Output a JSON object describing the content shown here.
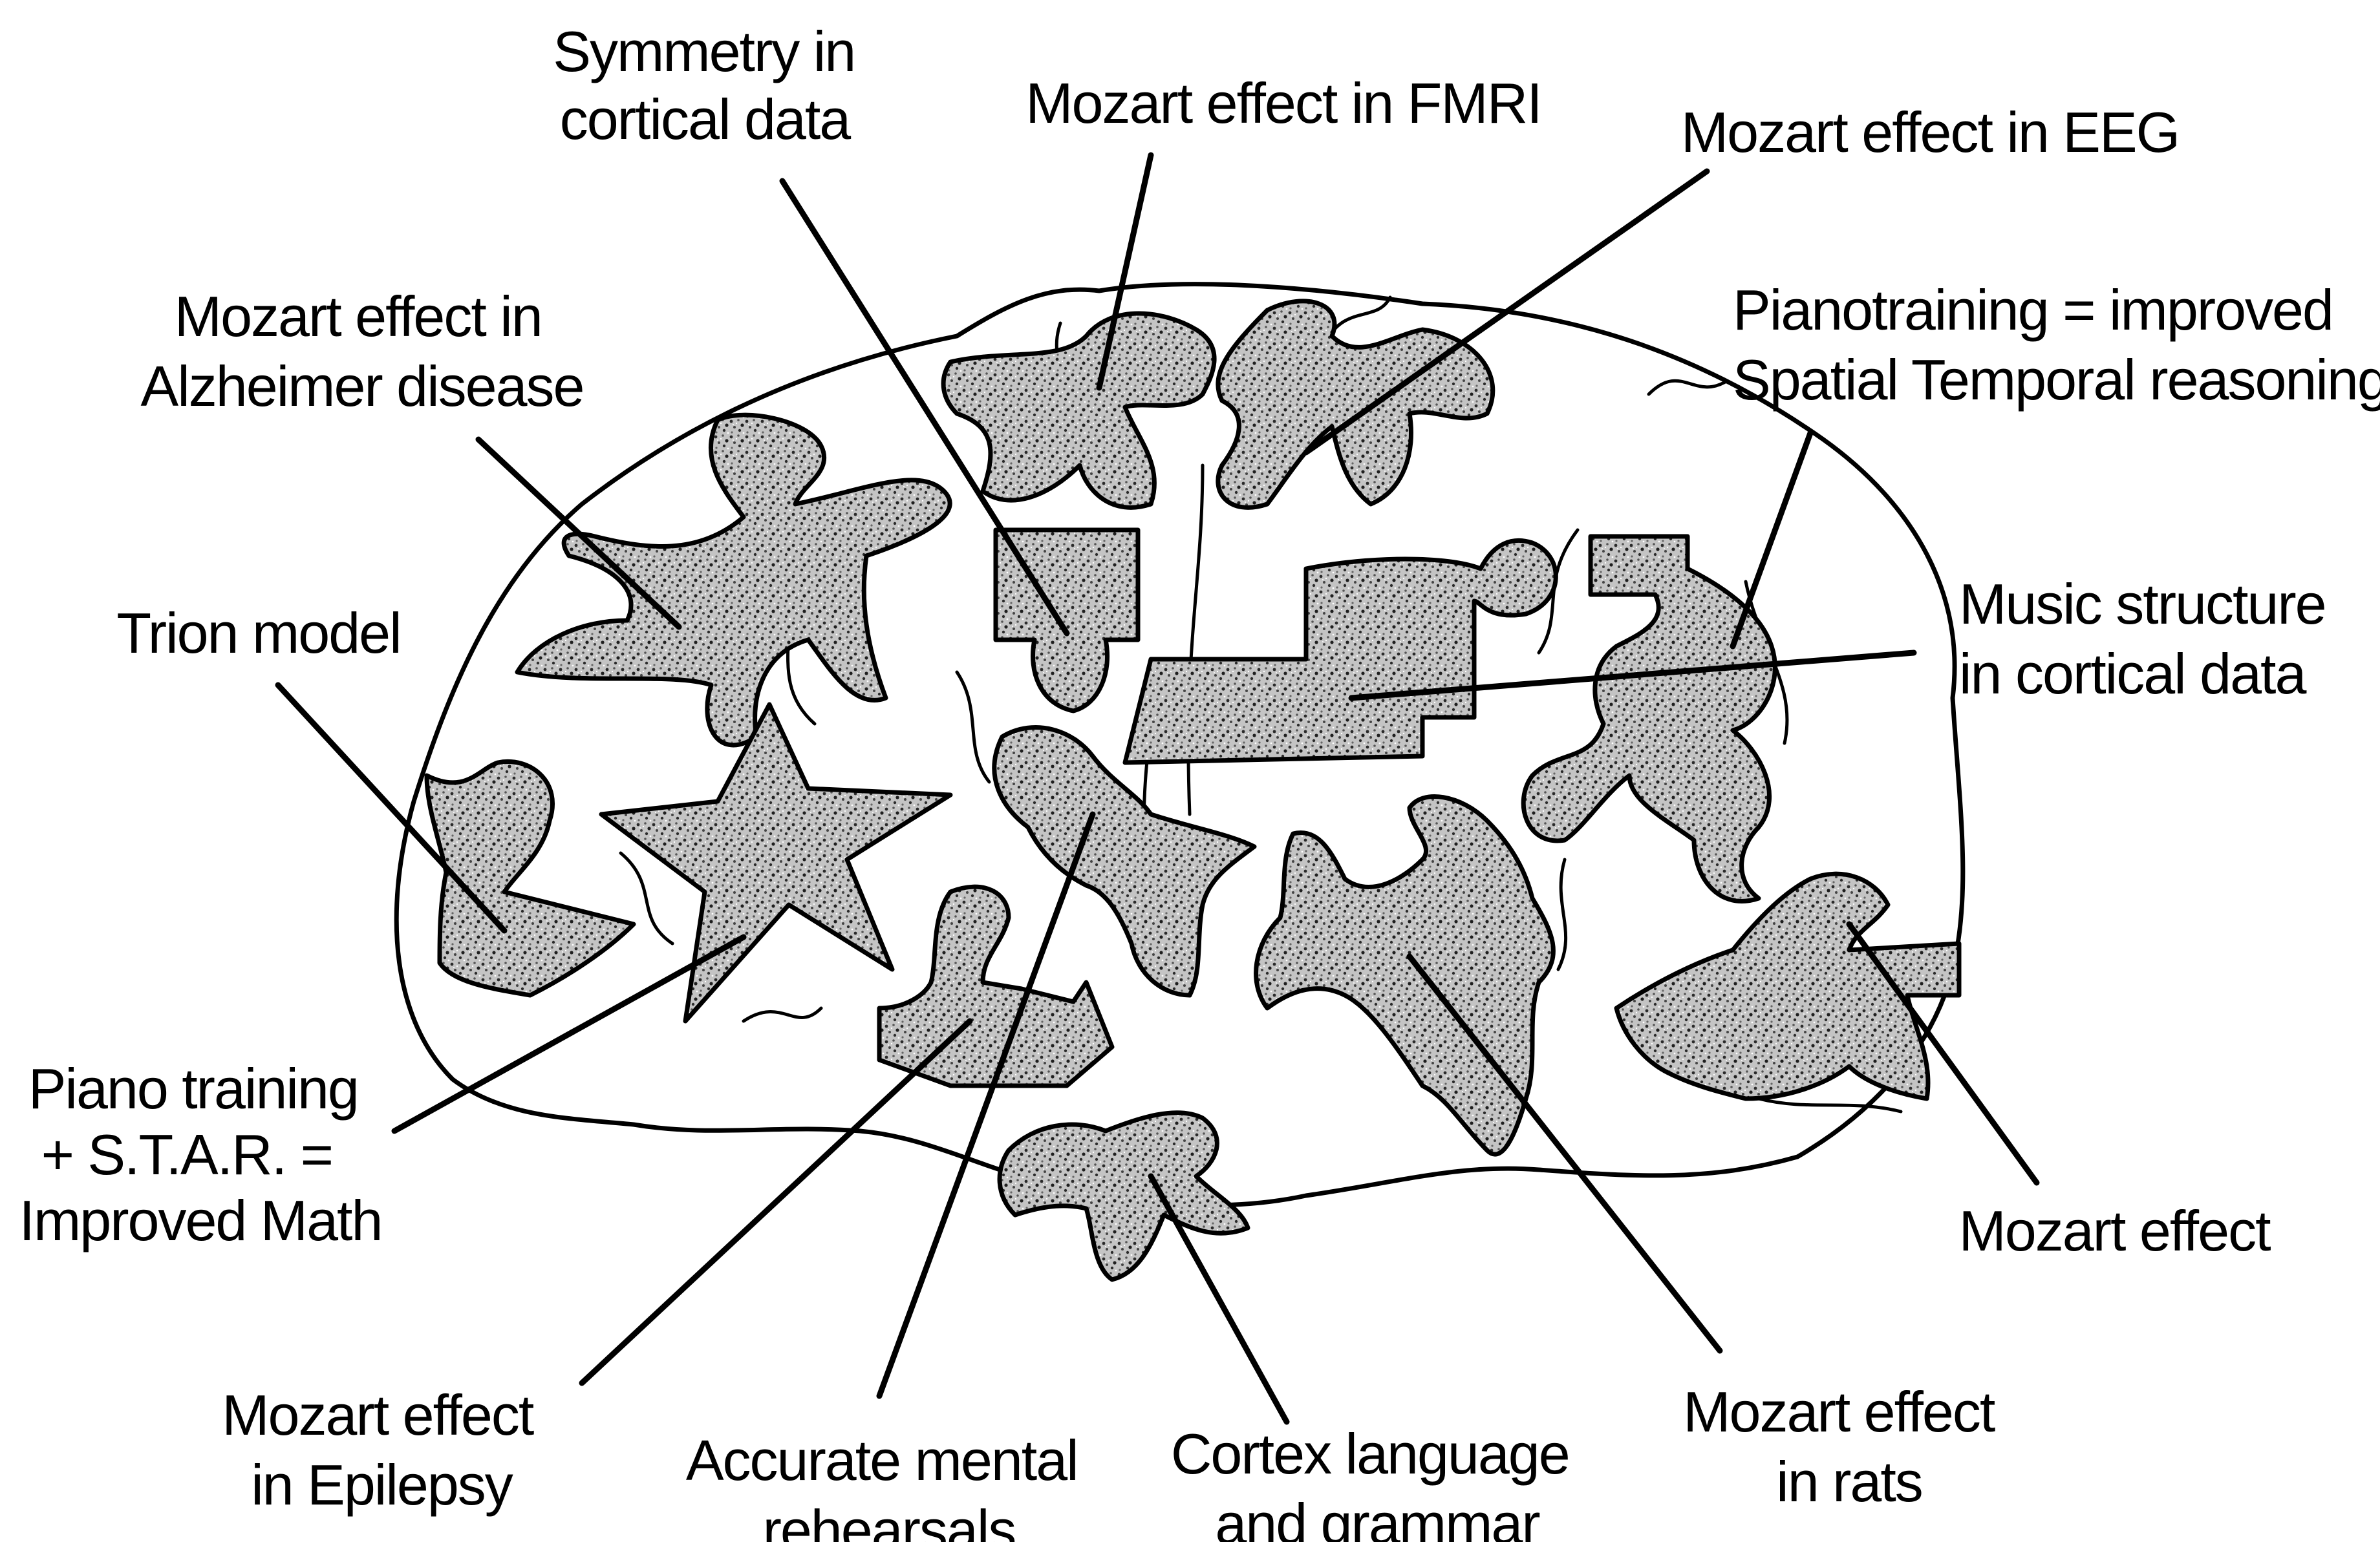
{
  "labels": {
    "symmetry": [
      "Symmetry in",
      "cortical data"
    ],
    "fmri": [
      "Mozart effect in FMRI"
    ],
    "eeg": [
      "Mozart effect in EEG"
    ],
    "alzheimer": [
      "Mozart effect in",
      "Alzheimer disease"
    ],
    "pianotraining": [
      "Pianotraining = improved",
      "Spatial Temporal reasoning"
    ],
    "trion": [
      "Trion model"
    ],
    "music_structure": [
      "Music structure",
      "in cortical data"
    ],
    "piano_star": [
      "Piano training",
      "+ S.T.A.R. =",
      "Improved Math"
    ],
    "mozart_effect": [
      "Mozart effect"
    ],
    "epilepsy": [
      "Mozart effect",
      "in Epilepsy"
    ],
    "rehearsals": [
      "Accurate mental",
      "rehearsals"
    ],
    "language": [
      "Cortex language",
      "and grammar"
    ],
    "rats": [
      "Mozart effect",
      "in rats"
    ]
  },
  "colors": {
    "ink": "#000000",
    "paper": "#ffffff",
    "speckle": "#8a8a8a"
  }
}
